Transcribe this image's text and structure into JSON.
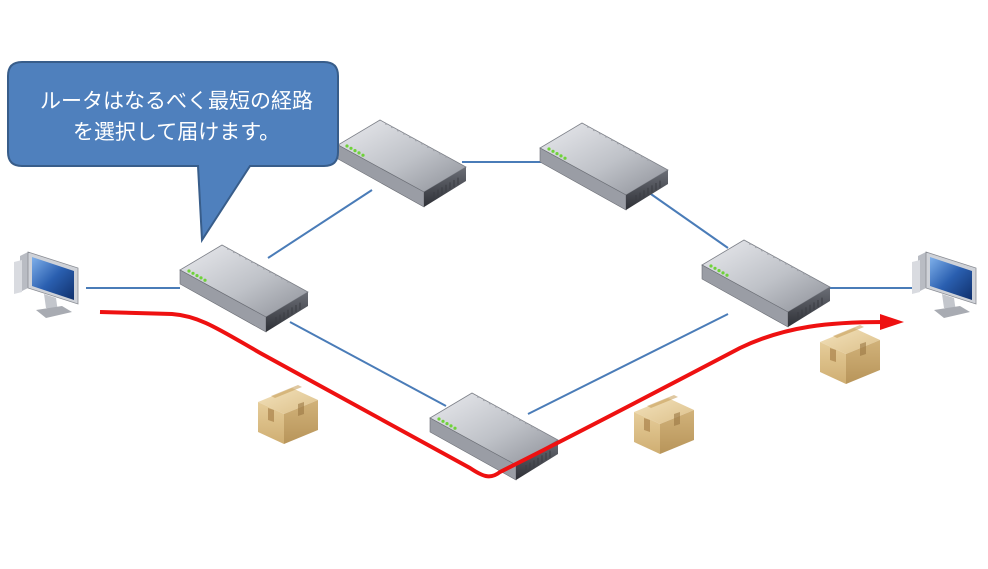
{
  "callout": {
    "line1": "ルータはなるべく最短の経路",
    "line2": "を選択して届けます。"
  },
  "nodes": {
    "left_pc": "monitor-icon",
    "right_pc": "monitor-icon",
    "routers": [
      "router-left",
      "router-top-left",
      "router-top-right",
      "router-right",
      "router-bottom"
    ],
    "packages": [
      "package-icon",
      "package-icon",
      "package-icon"
    ]
  },
  "colors": {
    "link": "#4a7cb8",
    "route": "#ee1111",
    "callout_fill": "#4f80bd",
    "callout_stroke": "#385d8a",
    "router_top": "#c9cbd0",
    "router_side": "#5e6068",
    "led": "#6fd23a",
    "package": "#e2c896"
  }
}
